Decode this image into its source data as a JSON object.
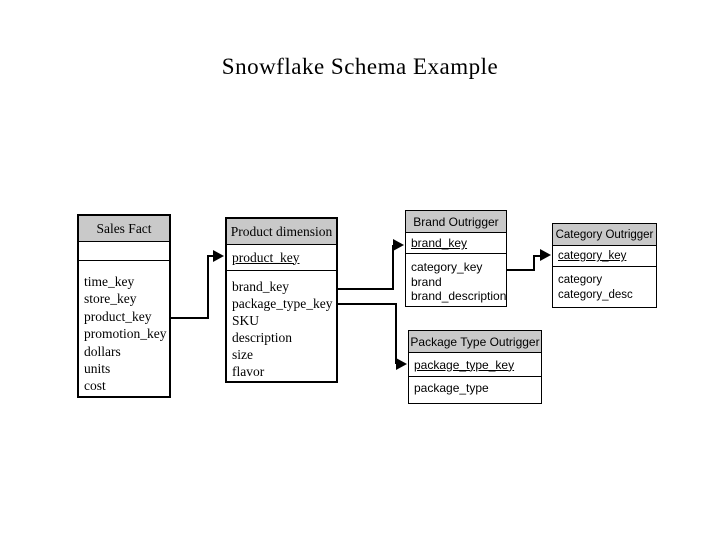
{
  "page": {
    "title": "Snowflake Schema Example"
  },
  "colors": {
    "background": "#ffffff",
    "table_header_bg": "#c9c9c9",
    "border": "#000000",
    "text": "#000000"
  },
  "tables": {
    "sales_fact": {
      "title": "Sales Fact",
      "key": "",
      "fields": [
        "time_key",
        "store_key",
        "product_key",
        "promotion_key",
        "dollars",
        "units",
        "cost"
      ]
    },
    "product_dimension": {
      "title": "Product dimension",
      "key": "product_key",
      "fields": [
        "brand_key",
        "package_type_key",
        "SKU",
        "description",
        "size",
        "flavor"
      ]
    },
    "brand_outrigger": {
      "title": "Brand Outrigger",
      "key": "brand_key",
      "fields": [
        "category_key",
        "brand",
        "brand_description"
      ]
    },
    "category_outrigger": {
      "title": "Category Outrigger",
      "key": "category_key",
      "fields": [
        "category",
        "category_desc"
      ]
    },
    "package_type_outrigger": {
      "title": "Package Type Outrigger",
      "key": "package_type_key",
      "fields": [
        "package_type"
      ]
    }
  },
  "connectors": [
    {
      "from": "sales_fact.product_key",
      "to": "product_dimension.product_key"
    },
    {
      "from": "product_dimension.brand_key",
      "to": "brand_outrigger.brand_key"
    },
    {
      "from": "product_dimension.package_type_key",
      "to": "package_type_outrigger.package_type_key"
    },
    {
      "from": "brand_outrigger.category_key",
      "to": "category_outrigger.category_key"
    }
  ]
}
